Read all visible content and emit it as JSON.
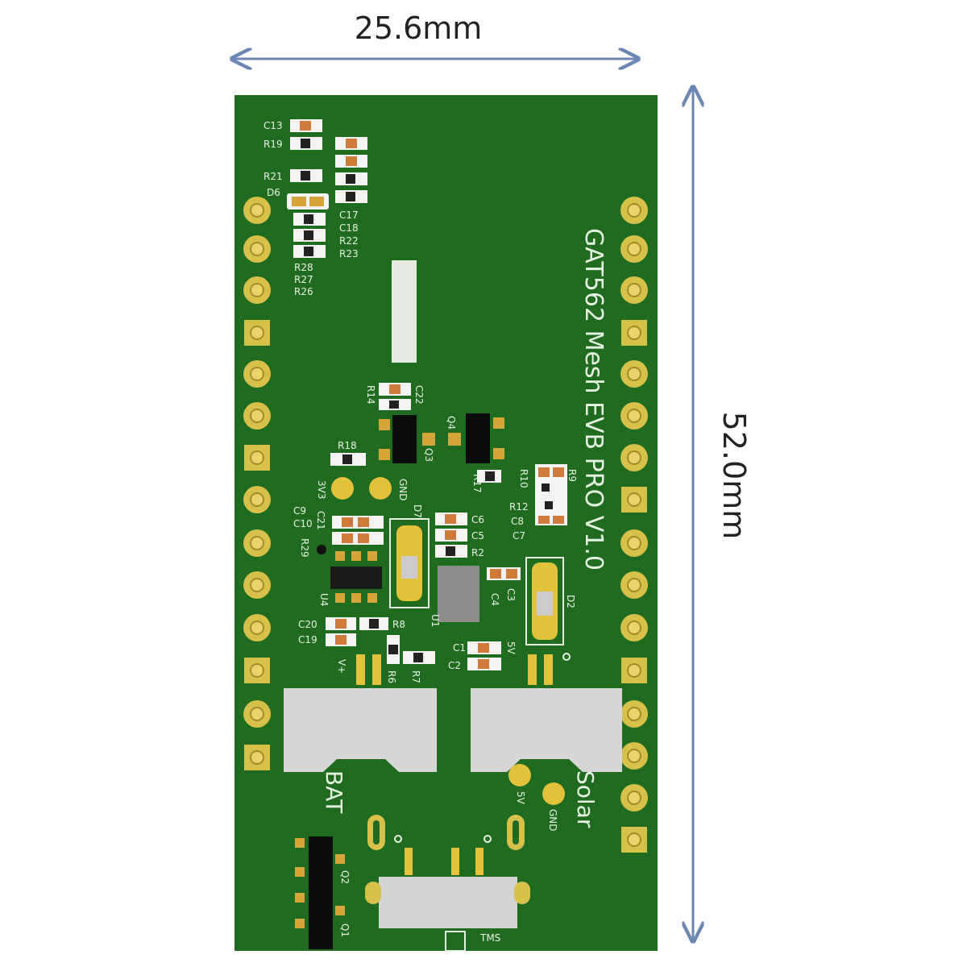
{
  "dimensions": {
    "width_label": "25.6mm",
    "height_label": "52.0mm",
    "arrow_color": "#6b86b3"
  },
  "board": {
    "title": "GAT562 Mesh EVB PRO V1.0",
    "pcb_color": "#1f6b1f",
    "pad_color": "#c9b14a",
    "labels": {
      "bat": "BAT",
      "solar": "Solar",
      "three_v3": "3V3",
      "gnd_top": "GND",
      "vplus": "V+",
      "five_v": "5V",
      "five_v_small": "5V",
      "gnd_small": "GND",
      "tms": "TMS"
    },
    "designators": {
      "c13": "C13",
      "r19": "R19",
      "r21": "R21",
      "d6": "D6",
      "c17": "C17",
      "c18": "C18",
      "r22": "R22",
      "r23": "R23",
      "r28": "R28",
      "r27": "R27",
      "r26": "R26",
      "r14": "R14",
      "c22": "C22",
      "q3": "Q3",
      "q4": "Q4",
      "r18": "R18",
      "r17": "R17",
      "r10": "R10",
      "r9": "R9",
      "r12": "R12",
      "c8": "C8",
      "c7": "C7",
      "c9": "C9",
      "c10": "C10",
      "c21": "C21",
      "r29": "R29",
      "d7": "D7",
      "c6": "C6",
      "c5": "C5",
      "r2": "R2",
      "u4": "U4",
      "u1": "U1",
      "c4": "C4",
      "c3": "C3",
      "d2": "D2",
      "c20": "C20",
      "c19": "C19",
      "r8": "R8",
      "r6": "R6",
      "r7": "R7",
      "c1": "C1",
      "c2": "C2",
      "q2": "Q2",
      "q1": "Q1"
    }
  }
}
